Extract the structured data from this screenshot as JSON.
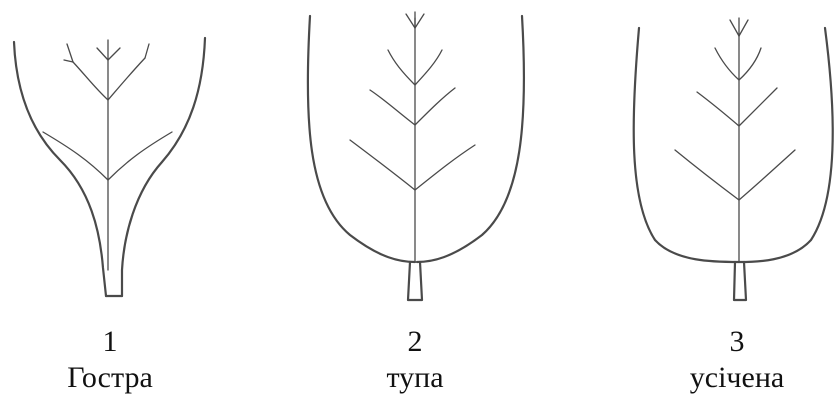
{
  "leaves": [
    {
      "number": "1",
      "name": "Гостра"
    },
    {
      "number": "2",
      "name": "тупа"
    },
    {
      "number": "3",
      "name": "усічена"
    }
  ],
  "colors": {
    "line": "#4a4a4a",
    "text": "#111111",
    "background": "#ffffff"
  }
}
